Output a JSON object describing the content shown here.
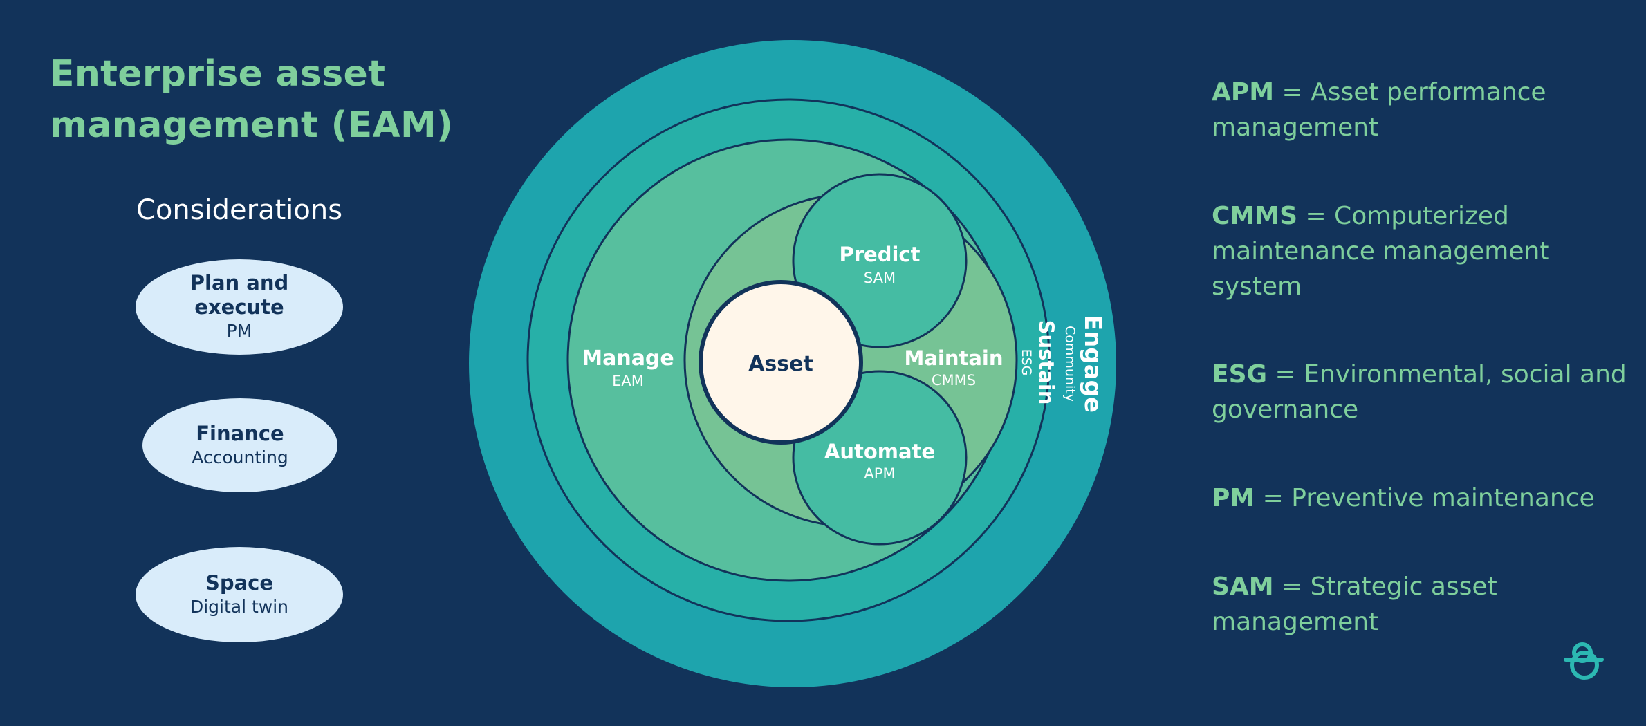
{
  "title": "Enterprise asset management (EAM)",
  "considerations": {
    "heading": "Considerations",
    "items": [
      {
        "main": "Plan and execute",
        "sub": "PM"
      },
      {
        "main": "Finance",
        "sub": "Accounting"
      },
      {
        "main": "Space",
        "sub": "Digital twin"
      }
    ]
  },
  "diagram": {
    "engage": {
      "label": "Engage",
      "sub": "Community"
    },
    "sustain": {
      "label": "Sustain",
      "sub": "ESG"
    },
    "manage": {
      "label": "Manage",
      "sub": "EAM"
    },
    "predict": {
      "label": "Predict",
      "sub": "SAM"
    },
    "maintain": {
      "label": "Maintain",
      "sub": "CMMS"
    },
    "automate": {
      "label": "Automate",
      "sub": "APM"
    },
    "center": "Asset"
  },
  "definitions": [
    {
      "abbr": "APM",
      "text": " = Asset performance management"
    },
    {
      "abbr": "CMMS",
      "text": " = Computerized maintenance management system"
    },
    {
      "abbr": "ESG",
      "text": " = Environmental, social and governance"
    },
    {
      "abbr": "PM",
      "text": " = Preventive maintenance"
    },
    {
      "abbr": "SAM",
      "text": " = Strategic asset management"
    }
  ],
  "colors": {
    "background": "#12335a",
    "accent_green": "#7fcf9c",
    "oval_fill": "#d9ecfa",
    "engage_ring": "#1ea4ad",
    "sustain_ring": "#27b0a8",
    "manage_disc": "#57bf9e",
    "maintain_disc": "#76c395",
    "sub_circle": "#45bca3",
    "asset_fill": "#fff6ea"
  },
  "logo_icon": "brand-logo-icon"
}
